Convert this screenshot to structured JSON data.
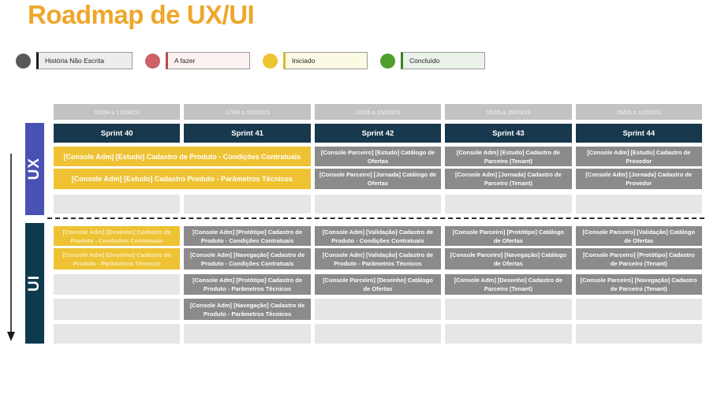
{
  "title": "Roadmap de UX/UI",
  "legend": {
    "items": [
      {
        "label": "História Não Escrita",
        "dot_color": "#595959",
        "box_bg": "#EDEDED",
        "accent": "#1A1A1A"
      },
      {
        "label": "A fazer",
        "dot_color": "#CC6167",
        "box_bg": "#FBF1F1",
        "accent": "#B94A4A"
      },
      {
        "label": "Iniciado",
        "dot_color": "#EDC431",
        "box_bg": "#FCF9E4",
        "accent": "#D9B92A"
      },
      {
        "label": "Concluído",
        "dot_color": "#4F9D2D",
        "box_bg": "#EAF2EA",
        "accent": "#3F7D22"
      }
    ]
  },
  "timeline": {
    "dates": [
      "03/04 a 17/04/23",
      "17/04 a 02/05/23",
      "02/05 a 15/05/23",
      "15/05 a 29/05/23",
      "29/05 a 12/06/23"
    ],
    "sprints": [
      "Sprint 40",
      "Sprint 41",
      "Sprint 42",
      "Sprint 43",
      "Sprint 44"
    ]
  },
  "sections": {
    "ux": {
      "label": "UX",
      "row1": {
        "s40_41": "[Console Adm] [Estudo]  Cadastro de Produto - Condições Contratuais",
        "s42": "[Console Parceiro] [Estudo] Catálogo de Ofertas",
        "s43": "[Console Adm] [Estudo] Cadastro de Parceiro (Tenant)",
        "s44": "[Console Adm] [Estudo] Cadastro de Provedor"
      },
      "row2": {
        "s40_41": "[Console Adm] [Estudo] Cadastro Produto - Parâmetros Técnicos",
        "s42": "[Console Parceiro] [Jornada] Catálogo de Ofertas",
        "s43": "[Console Adm] [Jornada] Cadastro de Parceiro (Tenant)",
        "s44": "[Console Adm] [Jornada] Cadastro de Provedor"
      }
    },
    "ui": {
      "label": "UI",
      "row1": {
        "s40": "[Console Adm] [Desenho] Cadastro de Produto - Condições Contratuais",
        "s41": "[Console Adm] [Protótipo] Cadastro de Produto - Condições Contratuais",
        "s42": "[Console Adm] [Validação] Cadastro de Produto - Condições Contratuais",
        "s43": "[Console Parceiro] [Protótipo] Catálogo de Ofertas",
        "s44": "[Console Parceiro] [Validação] Catálogo de Ofertas"
      },
      "row2": {
        "s40": "[Console Adm] [Desenho] Cadastro do Produto - Parâmetros Técnicos",
        "s41": "[Console Adm] [Navegação] Cadastro de Produto - Condições Contratuais",
        "s42": "[Console Adm] [Validação] Cadastro de Produto - Parâmetros Técnicos",
        "s43": "[Console Parceiro] [Navegação] Catálogo de Ofertas",
        "s44": "[Console Parceiro] [Protótipo] Cadastro de Parceiro (Tenant)"
      },
      "row3": {
        "s41": "[Console Adm] [Protótipo] Cadastro de Produto - Parâmetros Técnicos",
        "s42": "[Console Parceiro] [Desenho] Catálogo de Ofertas",
        "s43": "[Console Adm] [Desenho] Cadastro de Parceiro (Tenant)",
        "s44": "[Console Parceiro] [Navegação] Cadastro de Parceiro (Tenant)"
      },
      "row4": {
        "s41": "[Console Adm] [Navegação] Cadastro de Produto - Parâmetros Técnicos"
      }
    }
  },
  "colors": {
    "title_orange": "#EEA62B",
    "yellow_card": "#EEC233",
    "gray_card": "#8B8B8B",
    "empty_cell": "#E6E6E6",
    "date_bar": "#C2C2C2",
    "sprint_bar": "#17384D",
    "ux_bar": "#4A51B4",
    "ui_bar": "#0E3A4D"
  }
}
